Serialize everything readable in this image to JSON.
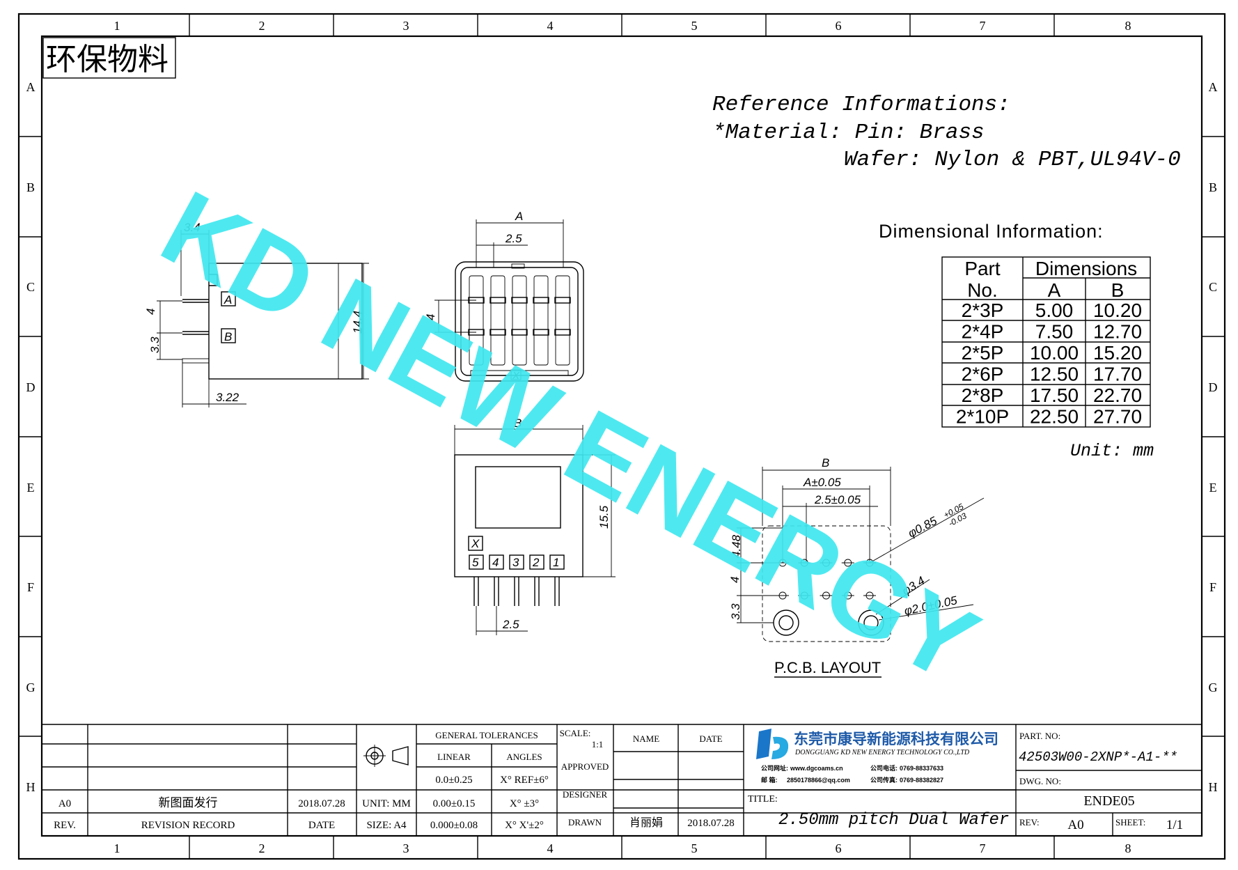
{
  "border": {
    "columns": [
      "1",
      "2",
      "3",
      "4",
      "5",
      "6",
      "7",
      "8"
    ],
    "rows": [
      "A",
      "B",
      "C",
      "D",
      "E",
      "F",
      "G",
      "H"
    ]
  },
  "stamp": "环保物料",
  "watermark": "KD NEW ENERGY",
  "reference": {
    "line1": "Reference Informations:",
    "line2": "*Material: Pin: Brass",
    "line3": "Wafer: Nylon & PBT,UL94V-0"
  },
  "dimensional": {
    "heading": "Dimensional Information:",
    "header_part1": "Part",
    "header_part2": "No.",
    "header_dims": "Dimensions",
    "header_a": "A",
    "header_b": "B",
    "rows": [
      {
        "part": "2*3P",
        "a": "5.00",
        "b": "10.20"
      },
      {
        "part": "2*4P",
        "a": "7.50",
        "b": "12.70"
      },
      {
        "part": "2*5P",
        "a": "10.00",
        "b": "15.20"
      },
      {
        "part": "2*6P",
        "a": "12.50",
        "b": "17.70"
      },
      {
        "part": "2*8P",
        "a": "17.50",
        "b": "22.70"
      },
      {
        "part": "2*10P",
        "a": "22.50",
        "b": "27.70"
      }
    ],
    "unit": "Unit: mm"
  },
  "side_view": {
    "dim_top": "3.4",
    "dim_4": "4",
    "dim_33": "3.3",
    "dim_bottom": "3.22",
    "dim_height": "14.4",
    "label_a": "A",
    "label_b": "B"
  },
  "front_view": {
    "dim_a": "A",
    "dim_pitch": "2.5",
    "dim_4": "4",
    "label_x": "X"
  },
  "bottom_view": {
    "dim_b": "B",
    "dim_height": "15.5",
    "dim_pitch": "2.5",
    "label_x": "X",
    "pins": [
      "5",
      "4",
      "3",
      "2",
      "1"
    ]
  },
  "pcb": {
    "dim_b": "B",
    "dim_a": "A±0.05",
    "dim_pitch": "2.5±0.05",
    "dim_448": "4.48",
    "dim_4": "4",
    "dim_33": "3.3",
    "hole1": "φ0.85",
    "hole1_tol_plus": "+0.05",
    "hole1_tol_minus": "-0.03",
    "hole2": "φ3.4",
    "hole3": "φ2.0±0.05",
    "title": "P.C.B. LAYOUT"
  },
  "title_block": {
    "rev_row": {
      "rev": "A0",
      "record": "新图面发行",
      "date": "2018.07.28"
    },
    "headers": {
      "rev": "REV.",
      "record": "REVISION RECORD",
      "date": "DATE"
    },
    "unit": "UNIT: MM",
    "size": "SIZE: A4",
    "gen_tol": "GENERAL TOLERANCES",
    "linear": "LINEAR",
    "angles": "ANGLES",
    "tol1": "0.0±0.25",
    "tol2": "0.00±0.15",
    "tol3": "0.000±0.08",
    "ang1": "X° REF±6°",
    "ang2": "X° ±3°",
    "ang3": "X° X'±2°",
    "scale_label": "SCALE:",
    "scale_value": "1:1",
    "approved": "APPROVED",
    "designer": "DESIGNER",
    "drawn": "DRAWN",
    "name": "NAME",
    "date_col": "DATE",
    "drawn_name": "肖丽娟",
    "drawn_date": "2018.07.28",
    "company_cn": "东莞市康导新能源科技有限公司",
    "company_en": "DONGGUANG KD NEW ENERGY TECHNOLOGY CO.,LTD",
    "contact1_label": "公司网址:",
    "contact1": "www.dgcoams.cn",
    "contact2_label": "公司电话:",
    "contact2": "0769-88337633",
    "contact3_label": "邮 箱:",
    "contact3": "2850178866@qq.com",
    "contact4_label": "公司传真:",
    "contact4": "0769-88382827",
    "title_label": "TITLE:",
    "title": "2.50mm pitch Dual Wafer",
    "part_no_label": "PART. NO:",
    "part_no": "42503W00-2XNP*-A1-**",
    "dwg_label": "DWG. NO:",
    "dwg": "ENDE05",
    "rev_label": "REV:",
    "rev_value": "A0",
    "sheet_label": "SHEET:",
    "sheet_value": "1/1"
  }
}
